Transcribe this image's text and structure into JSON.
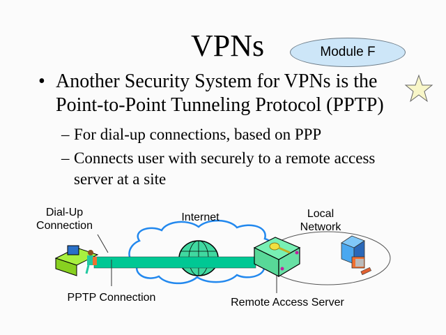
{
  "slide": {
    "title": "VPNs",
    "module_badge": "Module F",
    "bullets": [
      {
        "marker": "•",
        "text": "Another Security System for VPNs is the Point-to-Point Tunneling Protocol (PPTP)",
        "subitems": [
          {
            "marker": "–",
            "text": "For dial-up connections, based on PPP"
          },
          {
            "marker": "–",
            "text": "Connects user with securely to a remote access server at a site"
          }
        ]
      }
    ],
    "decoration": "star-icon"
  },
  "diagram": {
    "labels": {
      "dialup": "Dial-Up Connection",
      "internet": "Internet",
      "local_network": "Local Network",
      "pptp": "PPTP Connection",
      "ras": "Remote Access Server"
    },
    "colors": {
      "background": "#fbfbfb",
      "badge_fill": "#cde6f8",
      "star_fill": "#f8f6c8",
      "tunnel": "#00c894",
      "cloud_outline": "#2288ee",
      "globe": "#40d8a0",
      "server_box": "#78f0b4",
      "key": "#f0e040",
      "desk": "#a8f040",
      "lan_server": "#4aa8f0",
      "workstation": "#f07030"
    }
  }
}
